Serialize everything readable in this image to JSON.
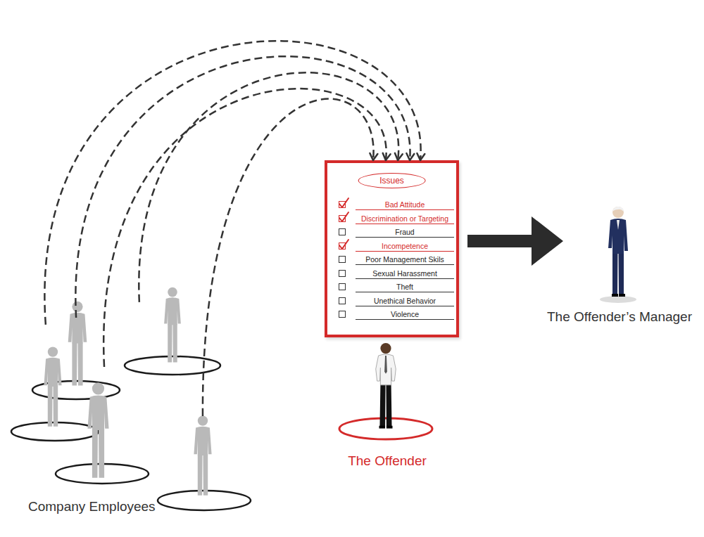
{
  "diagram": {
    "nodes": [
      {
        "text": [
          "Company Employees"
        ]
      },
      {
        "text": [
          "Issues",
          "Bad Attitude",
          "Discrimination or Targeting",
          "Fraud",
          "Incompetence",
          "Poor Management Skils",
          "Sexual Harassment",
          "Theft",
          "Unethical Behavior",
          "Violence"
        ]
      },
      {
        "text": [
          "The Offender"
        ]
      },
      {
        "text": [
          "The Offender’s Manager"
        ]
      }
    ],
    "edges": [
      {
        "from": 0,
        "to": 1,
        "arrow": "to"
      },
      {
        "from": 0,
        "to": 1,
        "arrow": "to"
      },
      {
        "from": 0,
        "to": 1,
        "arrow": "to"
      },
      {
        "from": 0,
        "to": 1,
        "arrow": "to"
      },
      {
        "from": 0,
        "to": 1,
        "arrow": "to"
      },
      {
        "from": 1,
        "to": 3,
        "arrow": "to"
      }
    ]
  }
}
